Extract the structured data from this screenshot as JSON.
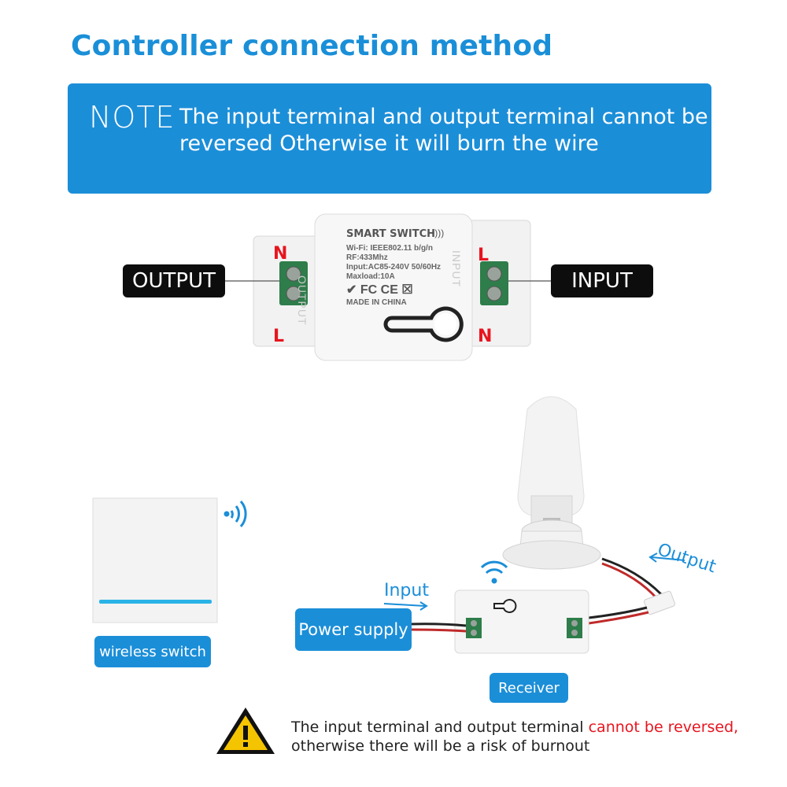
{
  "header": {
    "title": "Controller connection method"
  },
  "note": {
    "label": "NOTE",
    "line1": "The input terminal and output terminal cannot be",
    "line2": "reversed Otherwise it will burn the wire"
  },
  "device": {
    "brand": "SMART SWITCH",
    "spec_wifi": "Wi-Fi: IEEE802.11 b/g/n",
    "spec_rf": "RF:433Mhz",
    "spec_input": "Input:AC85-240V  50/60Hz",
    "spec_maxload": "Maxload:10A",
    "certs": "FC CE",
    "made_in": "MADE IN CHINA",
    "side_output": "OUTPUT",
    "side_input": "INPUT"
  },
  "terminals": {
    "output_label": "OUTPUT",
    "input_label": "INPUT",
    "left_top": "N",
    "left_bottom": "L",
    "right_top": "L",
    "right_bottom": "N"
  },
  "wiring": {
    "wireless_switch": "wireless switch",
    "power_supply": "Power supply",
    "input_label": "Input",
    "output_label": "Output",
    "receiver": "Receiver"
  },
  "warning": {
    "text_part1": "The input terminal and output terminal ",
    "text_red": "cannot be reversed,",
    "text_line2": "otherwise there will be a risk of burnout"
  },
  "colors": {
    "accent_blue": "#1b8ed8",
    "warning_red": "#e8141e",
    "terminal_green": "#2e7d4a",
    "warning_yellow": "#f5c400"
  }
}
